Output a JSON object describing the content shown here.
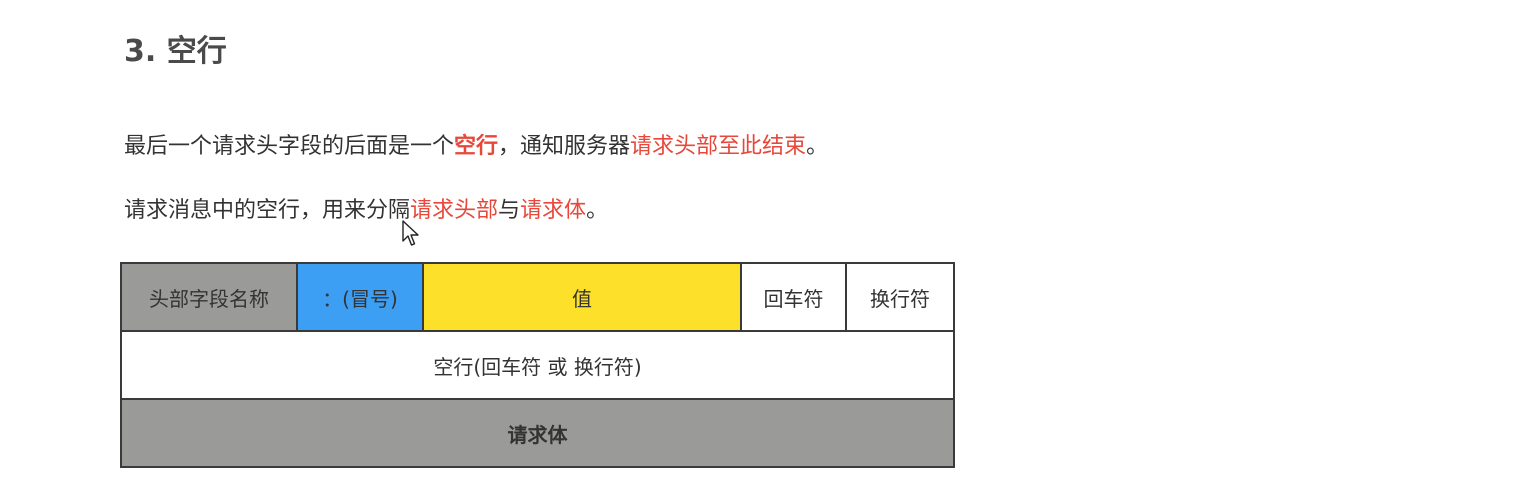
{
  "section": {
    "heading": "3. 空行"
  },
  "paragraph1": {
    "part1": "最后一个请求头字段的后面是一个",
    "highlight1": "空行",
    "part2": "，通知服务器",
    "highlight2": "请求头部至此结束",
    "part3": "。"
  },
  "paragraph2": {
    "part1": "请求消息中的空行，用来分隔",
    "highlight1": "请求头部",
    "part2": "与",
    "highlight2": "请求体",
    "part3": "。"
  },
  "diagram": {
    "row1": {
      "field_name": "头部字段名称",
      "colon": "：(冒号)",
      "value": "值",
      "carriage_return": "回车符",
      "line_feed": "换行符"
    },
    "row2_label": "空行(回车符 或 换行符)",
    "row3_label": "请求体"
  },
  "colors": {
    "field_name_bg": "#9a9b98",
    "colon_bg": "#3d9ff3",
    "value_bg": "#fde02a",
    "highlight_text": "#e8473a",
    "body_bg": "#9a9b98"
  },
  "icons": {
    "cursor": "mouse-pointer-icon"
  }
}
